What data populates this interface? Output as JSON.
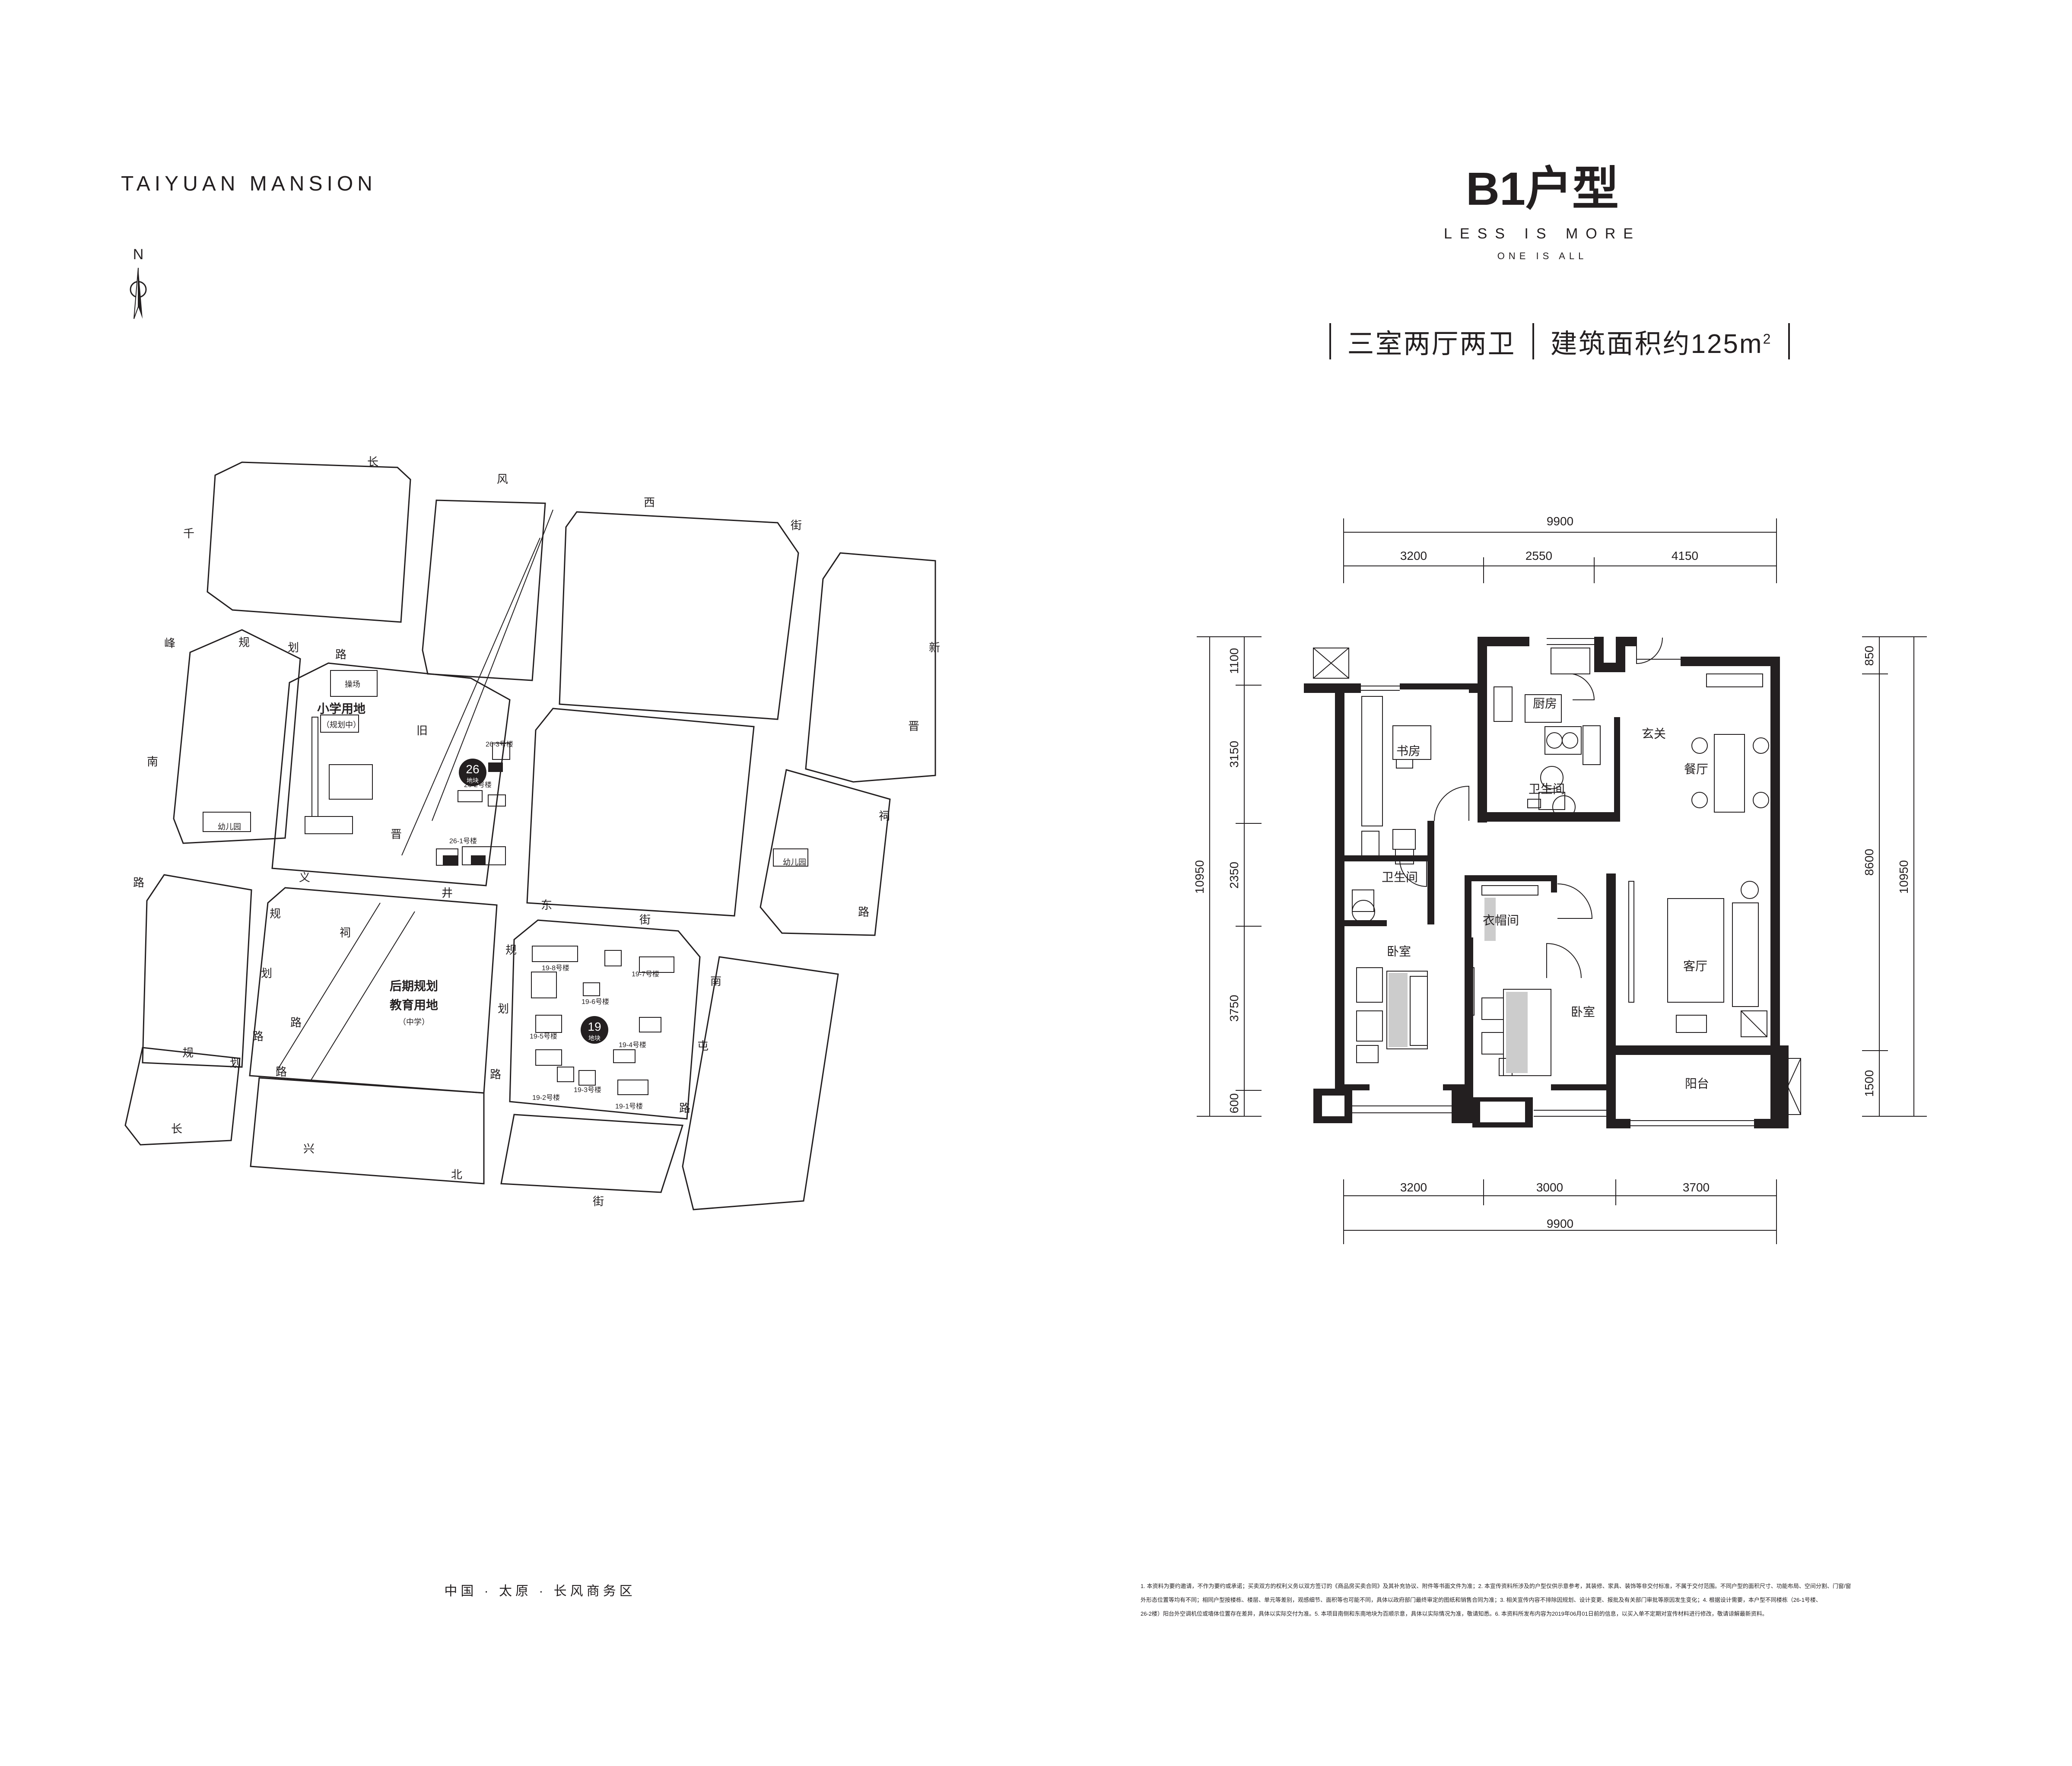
{
  "brand": "TAIYUAN MANSION",
  "compass": {
    "north_label": "N"
  },
  "unit": {
    "title": "B1户型",
    "slogan_main": "LESS IS MORE",
    "slogan_sub": "ONE IS ALL",
    "layout": "三室两厅两卫",
    "area_prefix": "建筑面积约125m",
    "area_sup": "2"
  },
  "site_map": {
    "roads": {
      "changfeng_west": [
        "长",
        "风",
        "西",
        "街"
      ],
      "qianfeng_south": [
        "千",
        "峰",
        "南",
        "路"
      ],
      "planned_road_north": [
        "规",
        "划",
        "路"
      ],
      "jiujin": [
        "旧",
        "晋"
      ],
      "xinjinci": [
        "新",
        "晋",
        "祠",
        "路"
      ],
      "yijing_east": [
        "义",
        "井",
        "东",
        "街"
      ],
      "guihua_west": [
        "规",
        "划",
        "路"
      ],
      "jinci_old": [
        "祠",
        "路"
      ],
      "guihua_mid": [
        "规",
        "划",
        "路"
      ],
      "nantun": [
        "南",
        "屯",
        "路"
      ],
      "guihua_south": [
        "规",
        "划",
        "路"
      ],
      "changxing_north": [
        "长",
        "兴",
        "北",
        "街"
      ]
    },
    "labels": {
      "primary_school": "小学用地",
      "primary_school_sub": "（规划中）",
      "playground": "操场",
      "kindergarten_left": "幼儿园",
      "kindergarten_right": "幼儿园",
      "future_1": "后期规划",
      "future_2": "教育用地",
      "future_3": "（中学）",
      "plot26_num": "26",
      "plot26_sub": "地块",
      "plot19_num": "19",
      "plot19_sub": "地块"
    },
    "buildings": {
      "b26_3": "26-3号楼",
      "b26_2": "26-2号楼",
      "b26_1": "26-1号楼",
      "b19_8": "19-8号楼",
      "b19_7": "19-7号楼",
      "b19_6": "19-6号楼",
      "b19_5": "19-5号楼",
      "b19_4": "19-4号楼",
      "b19_3": "19-3号楼",
      "b19_2": "19-2号楼",
      "b19_1": "19-1号楼"
    },
    "region": "中国 · 太原 · 长风商务区"
  },
  "floor_plan": {
    "rooms": {
      "kitchen": "厨房",
      "entrance": "玄关",
      "study": "书房",
      "bath1": "卫生间",
      "dining": "餐厅",
      "bath2": "卫生间",
      "closet": "衣帽间",
      "living": "客厅",
      "bedroom1": "卧室",
      "bedroom2": "卧室",
      "balcony": "阳台"
    },
    "dims": {
      "top_total": "9900",
      "top_1": "3200",
      "top_2": "2550",
      "top_3": "4150",
      "bottom_total": "9900",
      "bottom_1": "3200",
      "bottom_2": "3000",
      "bottom_3": "3700",
      "left_total": "10950",
      "left_1": "1100",
      "left_2": "3150",
      "left_3": "2350",
      "left_4": "3750",
      "left_5": "600",
      "right_total": "10950",
      "right_1": "850",
      "right_2": "8600",
      "right_3": "1500"
    }
  },
  "disclaimer": {
    "line1": "1. 本资料为要约邀请，不作为要约或承诺；买卖双方的权利义务以双方签订的《商品房买卖合同》及其补充协议、附件等书面文件为准；2. 本宣传资料所涉及的户型仅供示意参考，其装修、家具、装饰等非交付标准，不属于交付范围。不同户型的面积尺寸、功能布局、空间分割、门窗/窗",
    "line2": "外形态位置等均有不同；相同户型按楼栋、楼层、单元等差别，观感细节、面积等也可能不同，具体以政府部门最终审定的图纸和销售合同为准；3. 相关宣传内容不排除因规划、设计变更、报批及有关部门审批等原因发生变化；4. 根据设计需要，本户型不同楼栋（26-1号楼、",
    "line3": "26-2楼）阳台外空调机位或墙体位置存在差异，具体以实际交付为准。5. 本项目南侧和东南地块为百顺示意，具体以实际情况为准，敬请知悉。6. 本资料所发布内容为2019年06月01日前的信息，以买入单不定期对宣传材料进行修改，敬请谅解最新资料。"
  }
}
